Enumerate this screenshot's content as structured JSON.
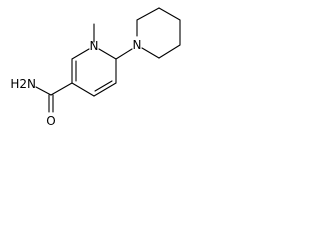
{
  "molecule": {
    "atoms": {
      "ring_nitrogen": "N",
      "piperidine_nitrogen": "N",
      "amide_nitrogen": "H2N",
      "amide_oxygen": "O"
    }
  },
  "colors": {
    "ink": "#000000",
    "background": "#ffffff"
  }
}
